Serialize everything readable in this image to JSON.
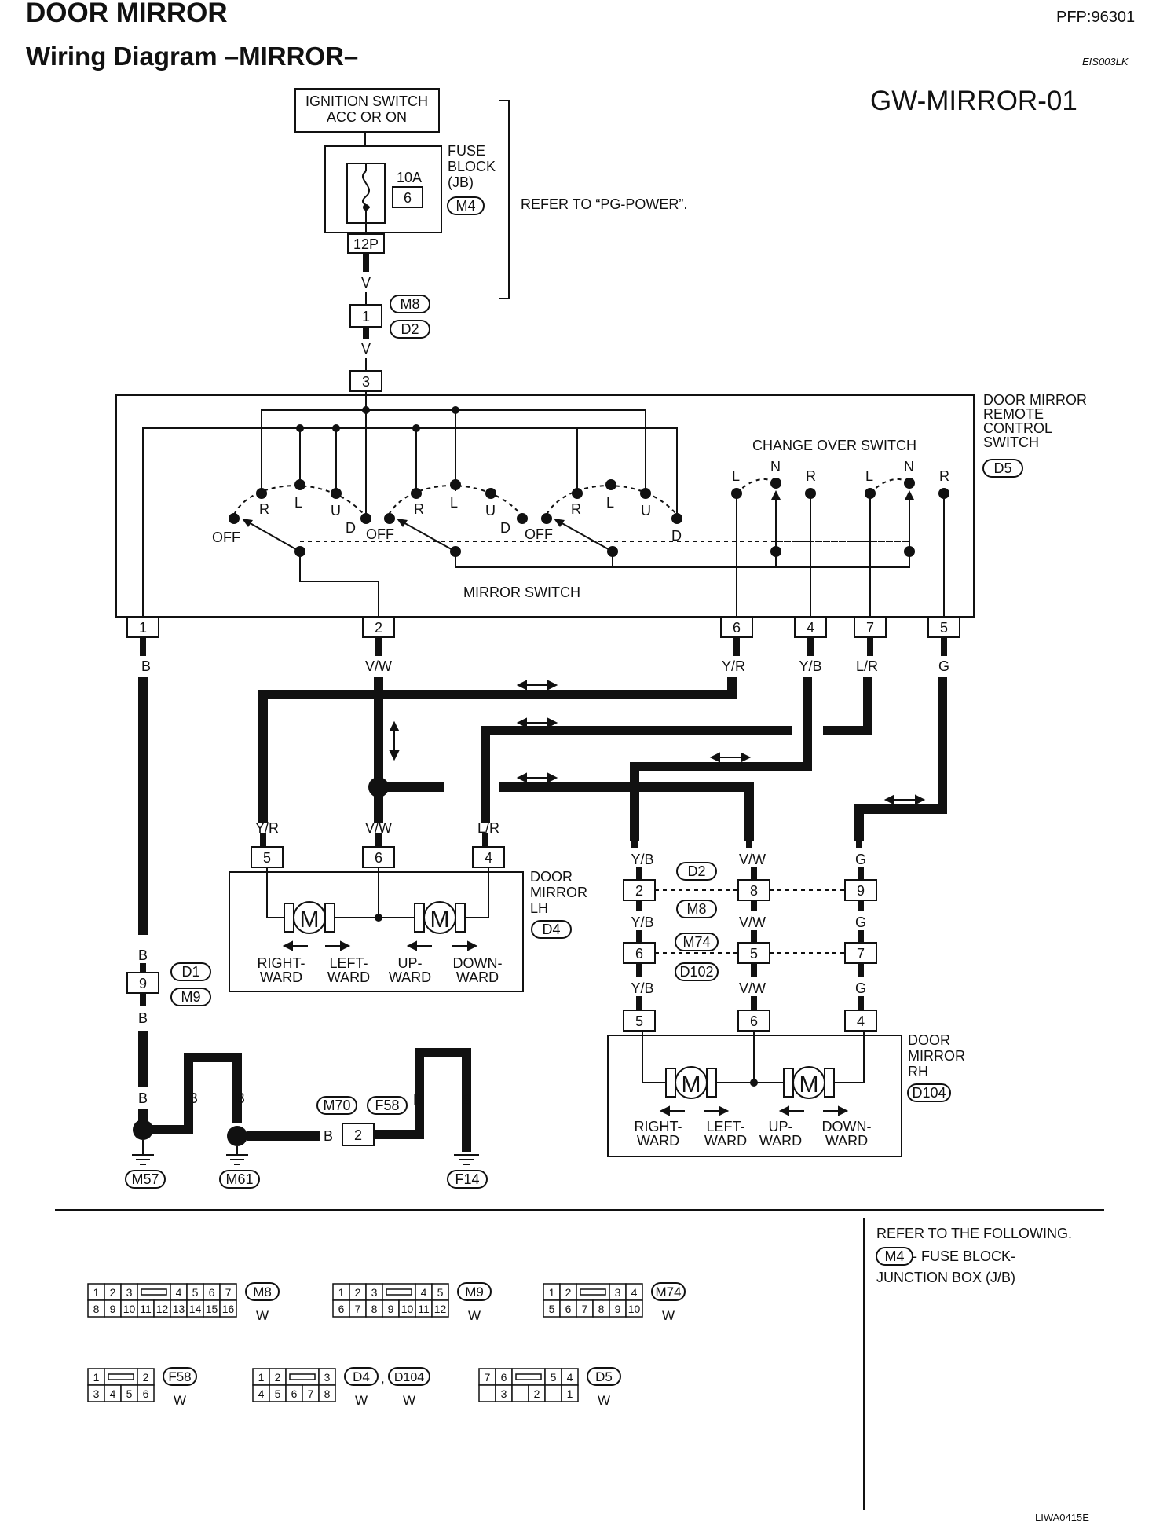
{
  "header": {
    "title": "DOOR MIRROR",
    "subtitle": "Wiring Diagram –MIRROR–",
    "pfp": "PFP:96301",
    "code": "EIS003LK",
    "diagram_id": "GW-MIRROR-01"
  },
  "power": {
    "ignition_line1": "IGNITION SWITCH",
    "ignition_line2": "ACC OR ON",
    "fuse_line1": "FUSE",
    "fuse_line2": "BLOCK",
    "fuse_line3": "(JB)",
    "fuse_rating": "10A",
    "fuse_number": "6",
    "fuse_connector": "M4",
    "fuse_pin": "12P",
    "refer": "REFER TO “PG-POWER”.",
    "wire_v": "V",
    "joint_pin": "1",
    "joint_conn_a": "M8",
    "joint_conn_b": "D2"
  },
  "switch": {
    "name_line1": "DOOR MIRROR",
    "name_line2": "REMOTE",
    "name_line3": "CONTROL",
    "name_line4": "SWITCH",
    "connector": "D5",
    "input_pin": "3",
    "changeover_label": "CHANGE OVER SWITCH",
    "mirror_switch_label": "MIRROR SWITCH",
    "contact_labels": [
      "R",
      "L",
      "U",
      "D"
    ],
    "off_label": "OFF",
    "changeover_contacts": [
      "L",
      "N",
      "R"
    ],
    "pins": [
      {
        "pin": "1",
        "wire": "B"
      },
      {
        "pin": "2",
        "wire": "V/W"
      },
      {
        "pin": "6",
        "wire": "Y/R"
      },
      {
        "pin": "4",
        "wire": "Y/B"
      },
      {
        "pin": "7",
        "wire": "L/R"
      },
      {
        "pin": "5",
        "wire": "G"
      }
    ]
  },
  "mirror_lh": {
    "name_line1": "DOOR",
    "name_line2": "MIRROR",
    "name_line3": "LH",
    "connector": "D4",
    "pins": [
      {
        "pin": "5",
        "wire": "Y/R"
      },
      {
        "pin": "6",
        "wire": "V/W"
      },
      {
        "pin": "4",
        "wire": "L/R"
      }
    ],
    "motor_label": "M",
    "dir_labels": [
      {
        "l1": "RIGHT-",
        "l2": "WARD"
      },
      {
        "l1": "LEFT-",
        "l2": "WARD"
      },
      {
        "l1": "UP-",
        "l2": "WARD"
      },
      {
        "l1": "DOWN-",
        "l2": "WARD"
      }
    ]
  },
  "mirror_rh": {
    "name_line1": "DOOR",
    "name_line2": "MIRROR",
    "name_line3": "RH",
    "connector": "D104",
    "pins": [
      {
        "pin": "5",
        "wire": "Y/B"
      },
      {
        "pin": "6",
        "wire": "V/W"
      },
      {
        "pin": "4",
        "wire": "G"
      }
    ],
    "motor_label": "M",
    "dir_labels": [
      {
        "l1": "RIGHT-",
        "l2": "WARD"
      },
      {
        "l1": "LEFT-",
        "l2": "WARD"
      },
      {
        "l1": "UP-",
        "l2": "WARD"
      },
      {
        "l1": "DOWN-",
        "l2": "WARD"
      }
    ]
  },
  "rh_connectors": {
    "row1": {
      "pins": [
        "2",
        "8",
        "9"
      ],
      "conn_a": "D2",
      "conn_b": "M8"
    },
    "row2": {
      "pins": [
        "6",
        "5",
        "7"
      ],
      "conn_a": "M74",
      "conn_b": "D102"
    },
    "wires": [
      "Y/B",
      "V/W",
      "G"
    ]
  },
  "ground": {
    "wire_b": "B",
    "joint_pin": "9",
    "joint_conn_a": "D1",
    "joint_conn_b": "M9",
    "grounds": [
      "M57",
      "M61",
      "F14"
    ],
    "inline_pin": "2",
    "inline_conn_a": "M70",
    "inline_conn_b": "F58"
  },
  "refer_box": {
    "line1": "REFER TO THE FOLLOWING.",
    "conn": "M4",
    "line2": " - FUSE BLOCK-",
    "line3": "JUNCTION BOX (J/B)"
  },
  "connector_views": [
    {
      "id": "M8",
      "color": "W",
      "top": [
        "1",
        "2",
        "3",
        "",
        "4",
        "5",
        "6",
        "7"
      ],
      "bottom": [
        "8",
        "9",
        "10",
        "11",
        "12",
        "13",
        "14",
        "15",
        "16"
      ]
    },
    {
      "id": "M9",
      "color": "W",
      "top": [
        "1",
        "2",
        "3",
        "",
        "4",
        "5"
      ],
      "bottom": [
        "6",
        "7",
        "8",
        "9",
        "10",
        "11",
        "12"
      ]
    },
    {
      "id": "M74",
      "color": "W",
      "top": [
        "1",
        "2",
        "",
        "3",
        "4"
      ],
      "bottom": [
        "5",
        "6",
        "7",
        "8",
        "9",
        "10"
      ]
    },
    {
      "id": "F58",
      "color": "W",
      "top": [
        "1",
        "",
        "2"
      ],
      "bottom": [
        "3",
        "4",
        "5",
        "6"
      ]
    },
    {
      "id": "D4",
      "id2": "D104",
      "color": "W",
      "top": [
        "1",
        "2",
        "",
        "3"
      ],
      "bottom": [
        "4",
        "5",
        "6",
        "7",
        "8"
      ]
    },
    {
      "id": "D5",
      "color": "W",
      "top": [
        "7",
        "6",
        "",
        "5",
        "4"
      ],
      "bottom": [
        "",
        "3",
        "",
        "2",
        "",
        "1"
      ]
    }
  ],
  "footer_code": "LIWA0415E"
}
